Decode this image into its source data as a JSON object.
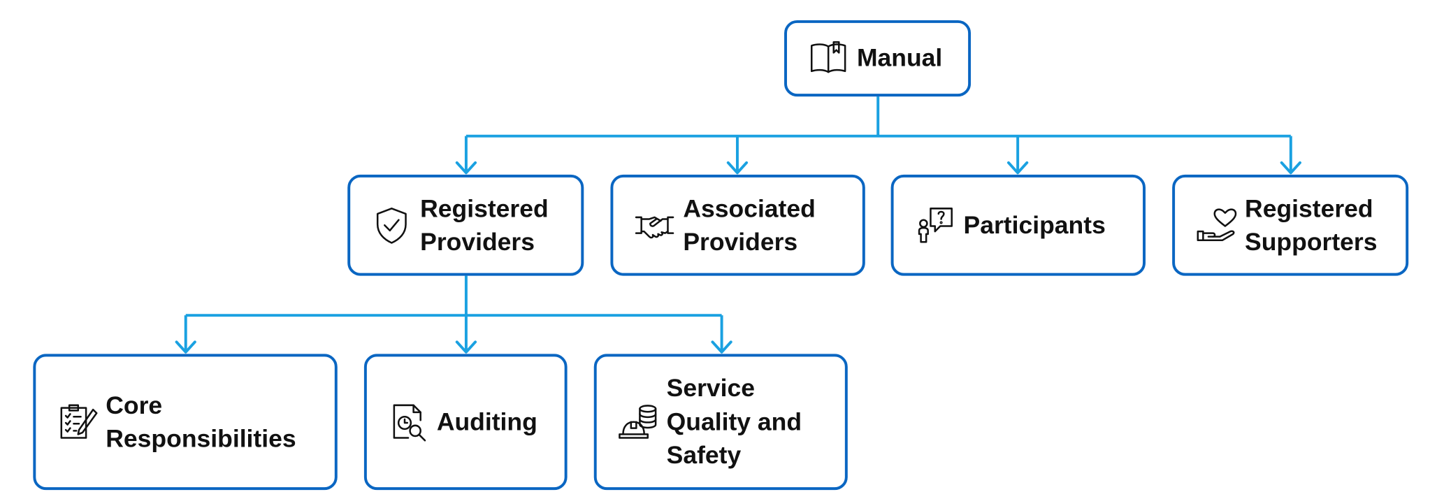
{
  "diagram": {
    "connector_color": "#1aa1e1",
    "box_border_color": "#0a66c2",
    "nodes": {
      "manual": {
        "label": "Manual",
        "icon": "book-icon"
      },
      "registered_providers": {
        "label": "Registered\nProviders",
        "icon": "shield-check-icon"
      },
      "associated_providers": {
        "label": "Associated\nProviders",
        "icon": "handshake-icon"
      },
      "participants": {
        "label": "Participants",
        "icon": "person-question-icon"
      },
      "registered_supporters": {
        "label": "Registered\nSupporters",
        "icon": "heart-hand-icon"
      },
      "core_responsibilities": {
        "label": "Core\nResponsibilities",
        "icon": "clipboard-checklist-icon"
      },
      "auditing": {
        "label": "Auditing",
        "icon": "document-search-icon"
      },
      "service_quality_safety": {
        "label": "Service\nQuality and\nSafety",
        "icon": "hardhat-database-icon"
      }
    },
    "edges": [
      {
        "from": "manual",
        "to": "registered_providers"
      },
      {
        "from": "manual",
        "to": "associated_providers"
      },
      {
        "from": "manual",
        "to": "participants"
      },
      {
        "from": "manual",
        "to": "registered_supporters"
      },
      {
        "from": "registered_providers",
        "to": "core_responsibilities"
      },
      {
        "from": "registered_providers",
        "to": "auditing"
      },
      {
        "from": "registered_providers",
        "to": "service_quality_safety"
      }
    ]
  }
}
